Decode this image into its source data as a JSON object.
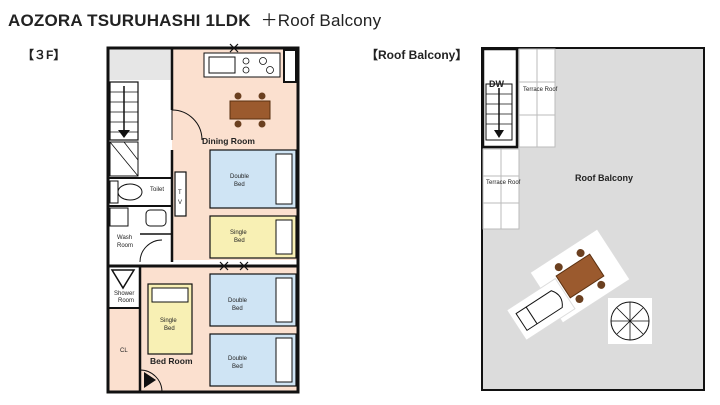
{
  "title": "AOZORA TSURUHASHI 1LDK",
  "subtitle": "＋Roof Balcony",
  "floor_label": "【３F】",
  "roof_label": "【Roof Balcony】",
  "rooms": {
    "dining": "Dining Room",
    "bed_room": "Bed Room",
    "toilet": "Toilet",
    "wash1": "Wash",
    "wash2": "Room",
    "shower1": "Shower",
    "shower2": "Room",
    "cl": "CL",
    "tv1": "T",
    "tv2": "V",
    "double": "Double",
    "single": "Single",
    "bed": "Bed"
  },
  "roof": {
    "dw": "DW",
    "terrace_roof": "Terrace Roof",
    "roof_balcony": "Roof Balcony"
  },
  "colors": {
    "peach": "#fbe0cf",
    "bed_blue": "#cfe4f4",
    "bed_yellow": "#f8f0b4",
    "roof_gray": "#dcdcdc",
    "table_brown": "#9b5a2e"
  }
}
